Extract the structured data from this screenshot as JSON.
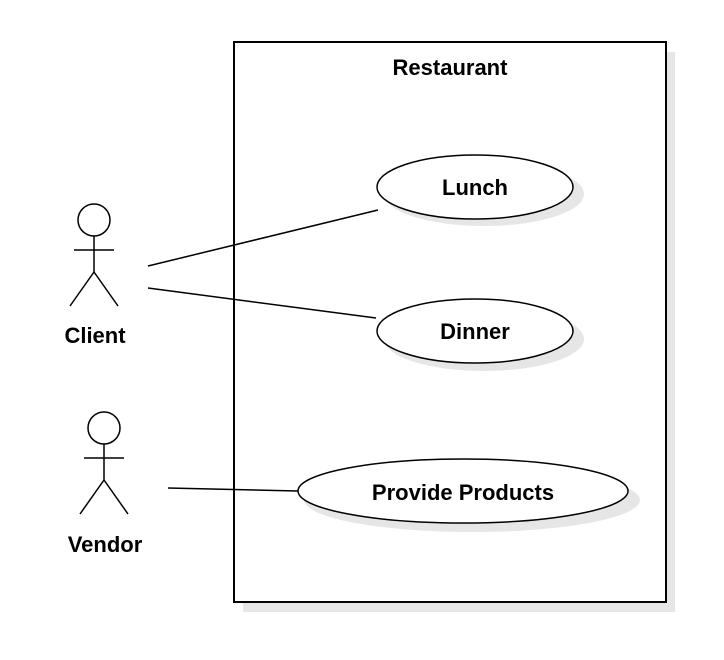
{
  "diagram": {
    "type": "uml-use-case",
    "system": {
      "name": "Restaurant"
    },
    "actors": [
      {
        "id": "client",
        "name": "Client"
      },
      {
        "id": "vendor",
        "name": "Vendor"
      }
    ],
    "use_cases": [
      {
        "id": "lunch",
        "name": "Lunch"
      },
      {
        "id": "dinner",
        "name": "Dinner"
      },
      {
        "id": "provide-products",
        "name": "Provide Products"
      }
    ],
    "associations": [
      {
        "actor": "client",
        "use_case": "lunch"
      },
      {
        "actor": "client",
        "use_case": "dinner"
      },
      {
        "actor": "vendor",
        "use_case": "provide-products"
      }
    ],
    "colors": {
      "stroke": "#000000",
      "fill": "#ffffff",
      "shadow": "#e6e6e6"
    }
  }
}
